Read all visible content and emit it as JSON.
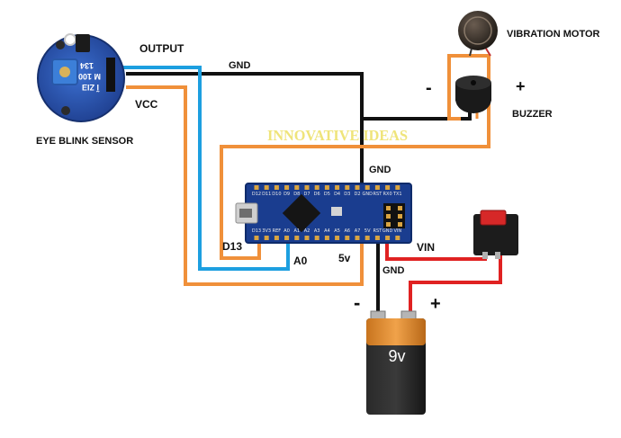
{
  "labels": {
    "output": "OUTPUT",
    "vcc": "VCC",
    "eye_blink_sensor": "EYE BLINK SENSOR",
    "gnd_top": "GND",
    "gnd_mid": "GND",
    "gnd_bottom": "GND",
    "vibration_motor": "VIBRATION MOTOR",
    "buzzer": "BUZZER",
    "buzzer_minus": "-",
    "buzzer_plus": "+",
    "d13": "D13",
    "a0": "A0",
    "five_v": "5v",
    "vin": "VIN",
    "battery_minus": "-",
    "battery_plus": "+",
    "battery_text": "9v"
  },
  "watermark": "INNOVATIVE IDEAS",
  "sensor_text": [
    "134",
    "M 100",
    "Ĩ ZIƎ"
  ],
  "board_pins_top": [
    "D12",
    "D11",
    "D10",
    "D9",
    "D8",
    "D7",
    "D6",
    "D5",
    "D4",
    "D3",
    "D2",
    "GND",
    "RST",
    "RX0",
    "TX1"
  ],
  "board_pins_bottom": [
    "D13",
    "3V3",
    "REF",
    "A0",
    "A1",
    "A2",
    "A3",
    "A4",
    "A5",
    "A6",
    "A7",
    "5V",
    "RST",
    "GND",
    "VIN"
  ],
  "colors": {
    "wire_black": "#111111",
    "wire_blue": "#1d9fe0",
    "wire_orange": "#f0903a",
    "wire_red": "#e02222",
    "board_blue": "#1a3d8f",
    "battery_copper": "#e0902e"
  }
}
